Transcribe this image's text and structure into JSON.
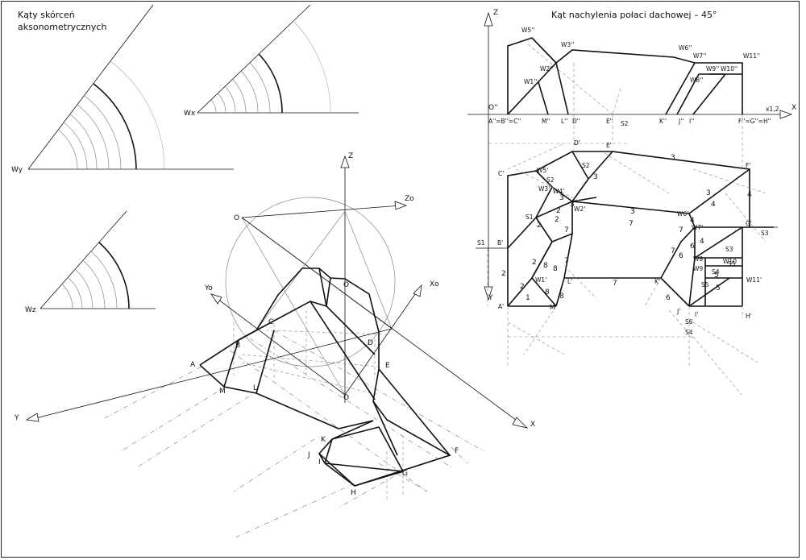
{
  "panel_shortening": {
    "title_line1": "Kąty skórceń",
    "title_line2": "aksonometrycznych",
    "label_wy": "Wy",
    "label_wx": "Wx",
    "label_wz": "Wz"
  },
  "panel_axonometric": {
    "axes": {
      "z": "Z",
      "zo": "Zo",
      "yo": "Yo",
      "xo": "Xo",
      "y": "Y",
      "x": "X",
      "o_upper": "O",
      "o_mid": "O",
      "o_lower": "O"
    },
    "points": [
      "A",
      "B",
      "C",
      "D",
      "E",
      "F",
      "G",
      "H",
      "I",
      "J",
      "K",
      "L",
      "M"
    ]
  },
  "panel_orthographic": {
    "title": "Kąt nachylenia połaci dachowej – 45°",
    "axes": {
      "z": "Z",
      "x": "X",
      "y": "Y",
      "x12": "x1,2",
      "o_double": "O''"
    },
    "front_labels": [
      "A''=B''=C''",
      "M''",
      "L''",
      "D''",
      "E''",
      "S2",
      "K''",
      "J''",
      "I''",
      "F''=G''=H''"
    ],
    "front_w_labels": [
      "W5''",
      "W3''",
      "W2''",
      "W1''",
      "W6''",
      "W7''",
      "W9''",
      "W8''",
      "W10''",
      "W11''"
    ],
    "plan_points": [
      "A'",
      "B'",
      "C'",
      "D'",
      "E'",
      "F'",
      "G'",
      "H'",
      "I'",
      "J'",
      "K'",
      "L'",
      "M'"
    ],
    "plan_w_labels": [
      "W5'",
      "W3'",
      "W4'",
      "W2'",
      "W1'",
      "W6'",
      "W7'",
      "W8",
      "W9",
      "W10",
      "W11'"
    ],
    "section_labels": [
      "S1",
      "S1",
      "S2",
      "S2",
      "S3",
      "S3",
      "S4",
      "S5",
      "S5",
      "S6",
      "S4"
    ],
    "face_numbers": [
      "1",
      "2",
      "3",
      "4",
      "5",
      "6",
      "7",
      "8"
    ]
  }
}
